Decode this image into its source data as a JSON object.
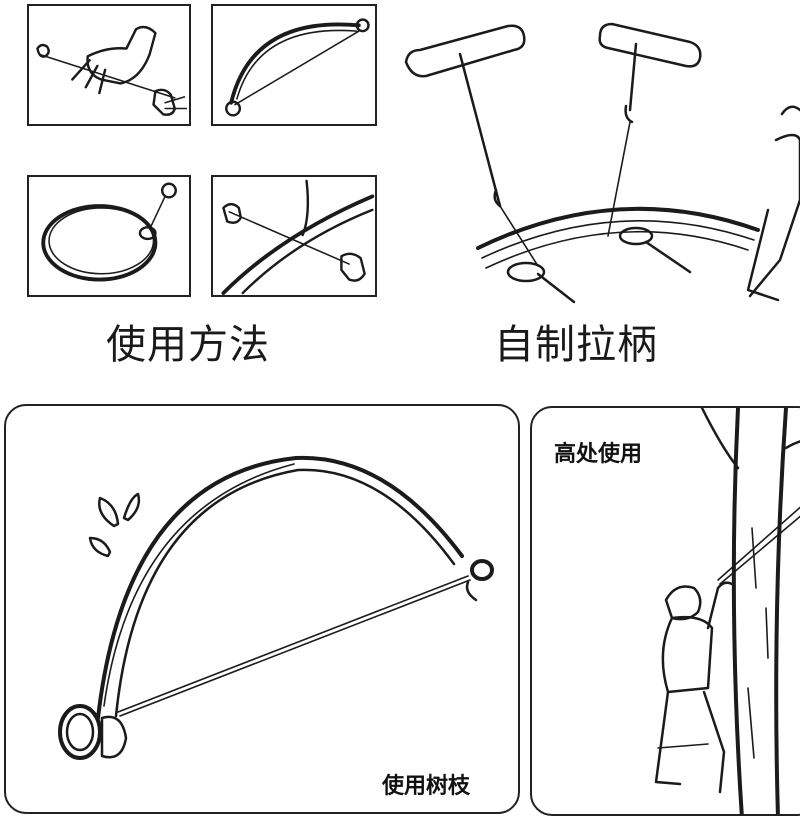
{
  "captions": {
    "usage_method": "使用方法",
    "diy_handle": "自制拉柄"
  },
  "cards": {
    "use_on_branch": "使用树枝",
    "high_place_use": "高处使用"
  }
}
